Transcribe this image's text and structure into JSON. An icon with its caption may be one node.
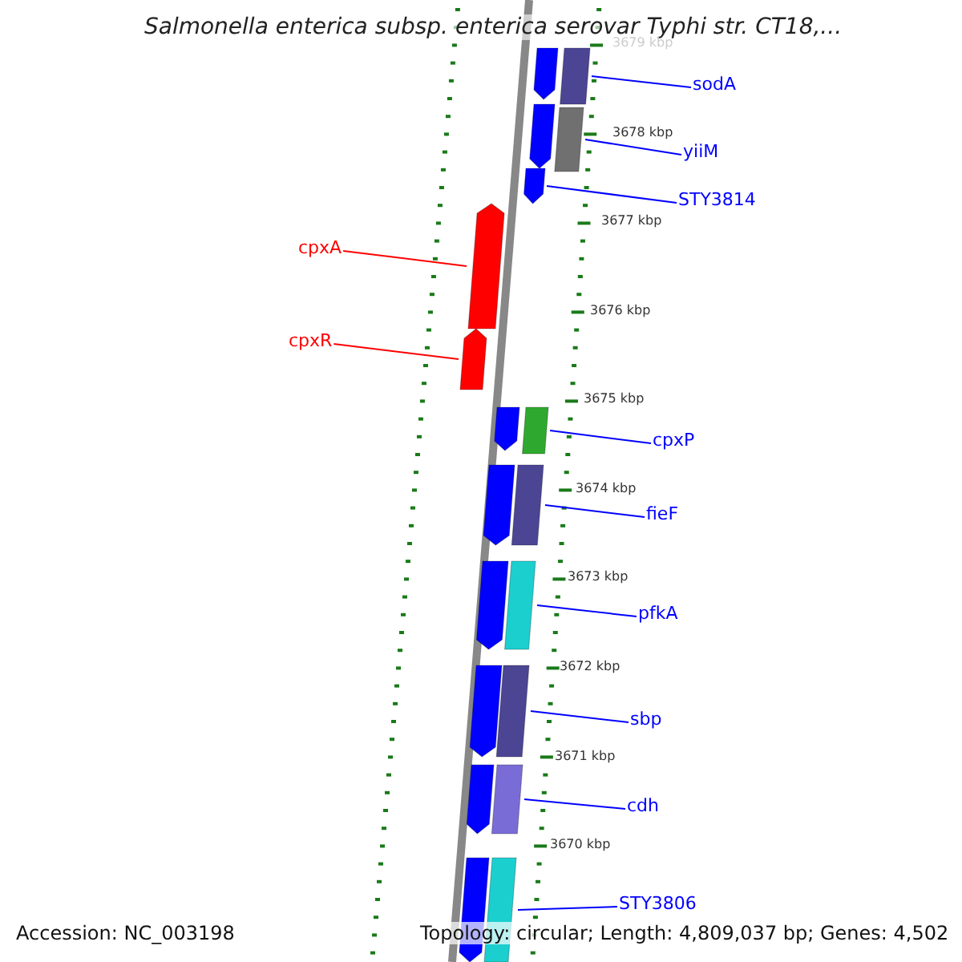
{
  "diagram": {
    "title": "Salmonella enterica subsp. enterica serovar Typhi str. CT18,...",
    "nodes": [
      {
        "text": [
          "sodA"
        ]
      },
      {
        "text": [
          "yiiM"
        ]
      },
      {
        "text": [
          "STY3814"
        ]
      },
      {
        "text": [
          "cpxA"
        ]
      },
      {
        "text": [
          "cpxR"
        ]
      },
      {
        "text": [
          "cpxP"
        ]
      },
      {
        "text": [
          "fieF"
        ]
      },
      {
        "text": [
          "pfkA"
        ]
      },
      {
        "text": [
          "sbp"
        ]
      },
      {
        "text": [
          "cdh"
        ]
      },
      {
        "text": [
          "STY3806"
        ]
      },
      {
        "text": [],
        "shape": "bar"
      },
      {
        "text": [],
        "shape": "bar"
      },
      {
        "text": [],
        "shape": "bar"
      },
      {
        "text": [],
        "shape": "bar"
      },
      {
        "text": [],
        "shape": "bar"
      },
      {
        "text": [],
        "shape": "bar"
      },
      {
        "text": [],
        "shape": "bar"
      },
      {
        "text": [],
        "shape": "bar"
      },
      {
        "text": [],
        "shape": "bar"
      },
      {
        "text": [],
        "shape": "bar"
      },
      {
        "text": [],
        "shape": "bar"
      }
    ],
    "edges": [
      {
        "from": 0,
        "to": 11,
        "arrow": "none"
      },
      {
        "from": 1,
        "to": 12,
        "arrow": "none"
      },
      {
        "from": 2,
        "to": 13,
        "arrow": "none"
      },
      {
        "from": 3,
        "to": 14,
        "arrow": "none",
        "color": "#ff0000"
      },
      {
        "from": 4,
        "to": 15,
        "arrow": "none",
        "color": "#ff0000"
      },
      {
        "from": 5,
        "to": 16,
        "arrow": "none"
      },
      {
        "from": 6,
        "to": 17,
        "arrow": "none"
      },
      {
        "from": 7,
        "to": 18,
        "arrow": "none"
      },
      {
        "from": 8,
        "to": 19,
        "arrow": "none"
      },
      {
        "from": 9,
        "to": 20,
        "arrow": "none"
      },
      {
        "from": 10,
        "to": 21,
        "arrow": "none"
      }
    ],
    "labels": [
      "3679 kbp",
      "3678 kbp",
      "3677 kbp",
      "3676 kbp",
      "3675 kbp",
      "3674 kbp",
      "3673 kbp",
      "3672 kbp",
      "3671 kbp",
      "3670 kbp",
      "Accession: NC_003198",
      "Topology: circular; Length: 4,809,037 bp; Genes: 4,502"
    ]
  }
}
